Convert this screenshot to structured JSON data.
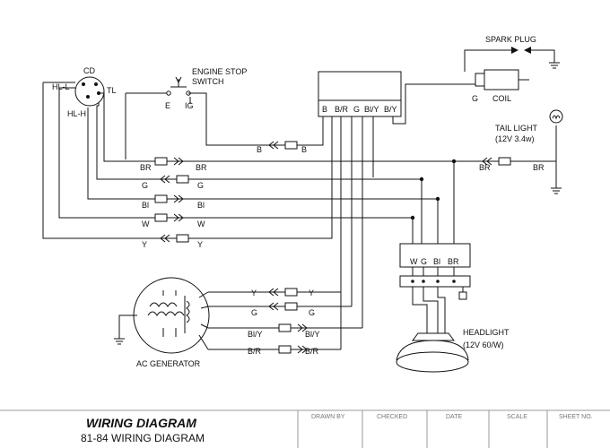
{
  "components": {
    "ignition_switch": {
      "cd": "CD",
      "hl_l": "HL-L",
      "tl": "TL",
      "hl_h": "HL-H"
    },
    "engine_stop_switch": {
      "title_line1": "ENGINE STOP",
      "title_line2": "SWITCH",
      "e": "E",
      "ig": "IG"
    },
    "cdi_unit": {
      "terminals": [
        "B",
        "B/R",
        "G",
        "Bl/Y",
        "B/Y"
      ]
    },
    "spark_plug": "SPARK PLUG",
    "coil": {
      "label": "COIL",
      "g": "G"
    },
    "tail_light": {
      "title": "TAIL LIGHT",
      "rating": "(12V 3.4w)"
    },
    "junction_block": {
      "terminals": [
        "W",
        "G",
        "Bl",
        "BR"
      ]
    },
    "headlight": {
      "title": "HEADLIGHT",
      "rating": "(12V 60/W)"
    },
    "ac_generator": "AC GENERATOR"
  },
  "wires": {
    "b_left": "B",
    "b_right": "B",
    "br_left": "BR",
    "br_right": "BR",
    "g_left": "G",
    "g_right": "G",
    "bl_left": "Bl",
    "bl_right": "Bl",
    "w_left": "W",
    "w_right": "W",
    "y_left": "Y",
    "y_right": "Y",
    "tail_br_left": "BR",
    "tail_br_right": "BR",
    "gen_y_left": "Y",
    "gen_y_right": "Y",
    "gen_g_left": "G",
    "gen_g_right": "G",
    "gen_bly_left": "Bl/Y",
    "gen_bly_right": "Bl/Y",
    "gen_br_left": "B/R",
    "gen_br_right": "B/R"
  },
  "title_block": {
    "title": "WIRING DIAGRAM",
    "subtitle": "81-84 WIRING DIAGRAM",
    "columns": [
      "DRAWN BY",
      "CHECKED",
      "DATE",
      "SCALE",
      "SHEET NO."
    ]
  }
}
